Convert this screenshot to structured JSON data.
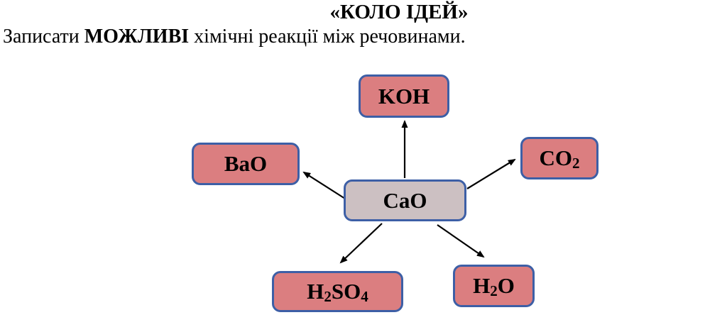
{
  "header": {
    "title": "«КОЛО ІДЕЙ»",
    "subtitle": {
      "prefix": "Записати ",
      "bold": "МОЖЛИВІ",
      "suffix": " хімічні реакції між речовинами."
    }
  },
  "diagram": {
    "center": {
      "formula": "CaO"
    },
    "nodes": [
      {
        "formula": "KOH"
      },
      {
        "formula": "BaO"
      },
      {
        "formula": "CO_2"
      },
      {
        "formula": "H_2SO_4"
      },
      {
        "formula": "H_2O"
      }
    ],
    "arrows": [
      "CaO -> KOH",
      "CaO -> BaO",
      "CaO -> CO2",
      "CaO -> H2SO4",
      "CaO -> H2O"
    ],
    "colors": {
      "node_fill": "#db7e80",
      "node_border": "#3d5fa6",
      "center_fill": "#ccc0c2",
      "arrow": "#000000",
      "text": "#000000",
      "background": "#ffffff"
    }
  }
}
